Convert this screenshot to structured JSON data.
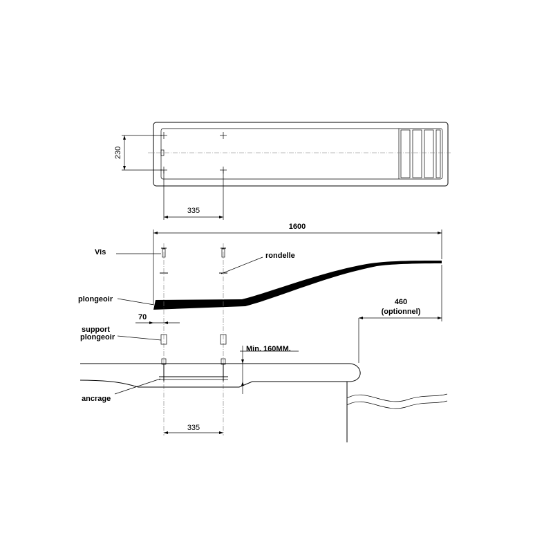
{
  "labels": {
    "vis": "Vis",
    "rondelle": "rondelle",
    "plongeoir": "plongeoir",
    "support_line1": "support",
    "support_line2": "plongeoir",
    "ancrage": "ancrage",
    "min_height": "Min. 160MM."
  },
  "dimensions": {
    "width_top": "230",
    "bolt_spacing_top": "335",
    "length": "1600",
    "overhang": "70",
    "optional_value": "460",
    "optional_text": "(optionnel)",
    "bolt_spacing_bottom": "335"
  },
  "colors": {
    "line": "#000000",
    "board": "#000000",
    "centerline": "#777777"
  }
}
